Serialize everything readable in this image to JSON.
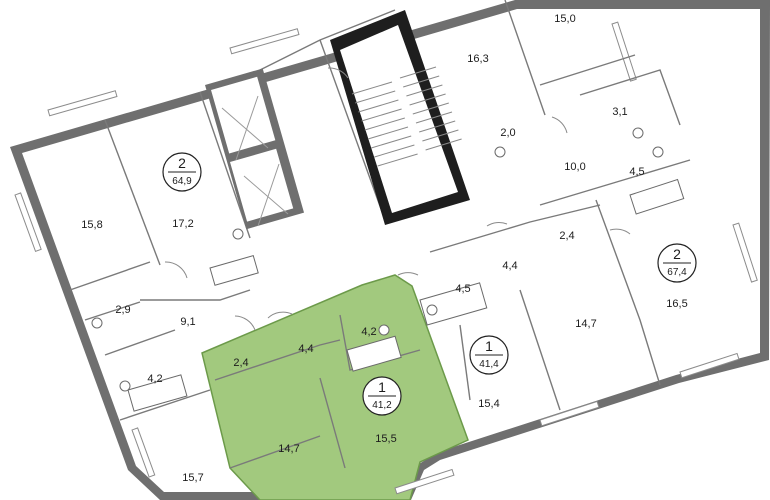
{
  "colors": {
    "highlight": "#a2c97e",
    "highlight_stroke": "#6c9a4a",
    "walls": "#6f6f6f",
    "walls_dark": "#1e1e1e"
  },
  "apartments": [
    {
      "rooms": "2",
      "area": "64,9"
    },
    {
      "rooms": "2",
      "area": "67,4"
    },
    {
      "rooms": "1",
      "area": "41,4"
    },
    {
      "rooms": "1",
      "area": "41,2"
    }
  ],
  "room_areas": {
    "r_15_0": "15,0",
    "r_16_3": "16,3",
    "r_3_1": "3,1",
    "r_2_0": "2,0",
    "r_10_0": "10,0",
    "r_4_5_top": "4,5",
    "r_15_8": "15,8",
    "r_17_2": "17,2",
    "r_2_4_right": "2,4",
    "r_4_4_right": "4,4",
    "r_16_5": "16,5",
    "r_2_9": "2,9",
    "r_9_1": "9,1",
    "r_4_5_mid": "4,5",
    "r_14_7_right": "14,7",
    "r_4_2_left": "4,2",
    "r_2_4_green": "2,4",
    "r_4_4_green": "4,4",
    "r_4_2_green": "4,2",
    "r_15_4": "15,4",
    "r_14_7_green": "14,7",
    "r_15_5_green": "15,5",
    "r_15_7": "15,7"
  }
}
